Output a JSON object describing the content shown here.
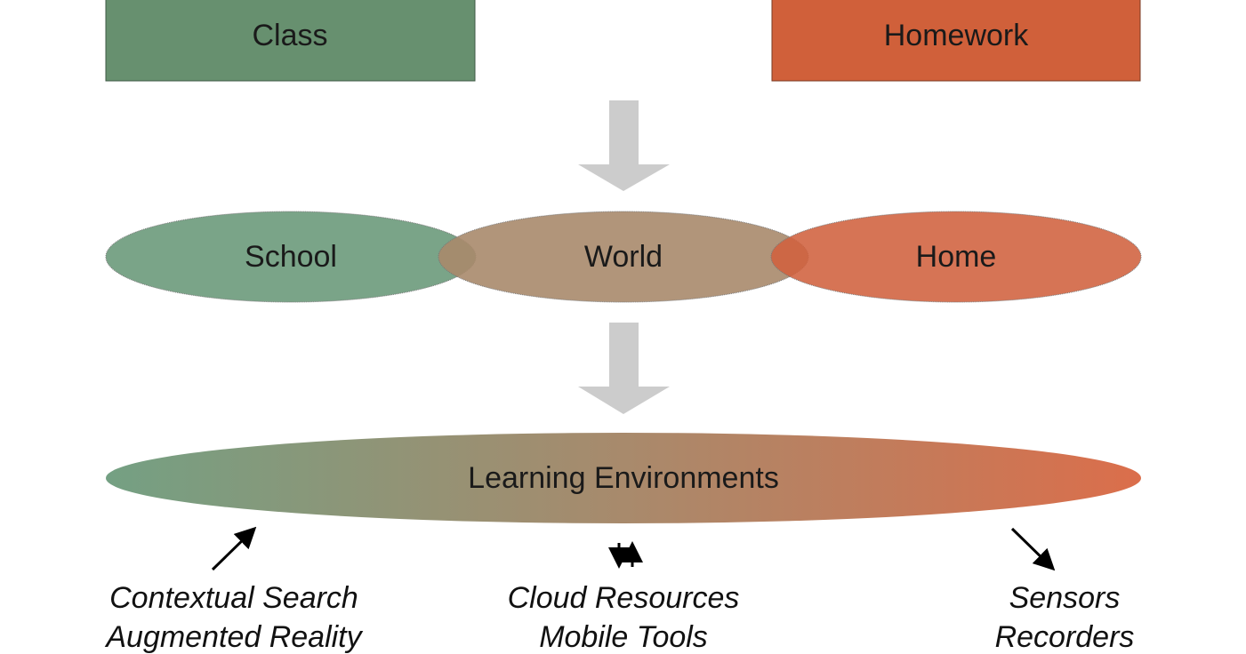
{
  "top": {
    "class_label": "Class",
    "homework_label": "Homework"
  },
  "middle": {
    "school_label": "School",
    "world_label": "World",
    "home_label": "Home"
  },
  "bottom": {
    "environments_label": "Learning Environments"
  },
  "tools": {
    "left": [
      "Contextual Search",
      "Augmented Reality"
    ],
    "center": [
      "Cloud Resources",
      "Mobile Tools"
    ],
    "right": [
      "Sensors",
      "Recorders"
    ]
  },
  "colors": {
    "green": "#67906f",
    "orange": "#d0603a",
    "brown": "#b09378",
    "arrow": "#cccccc"
  }
}
